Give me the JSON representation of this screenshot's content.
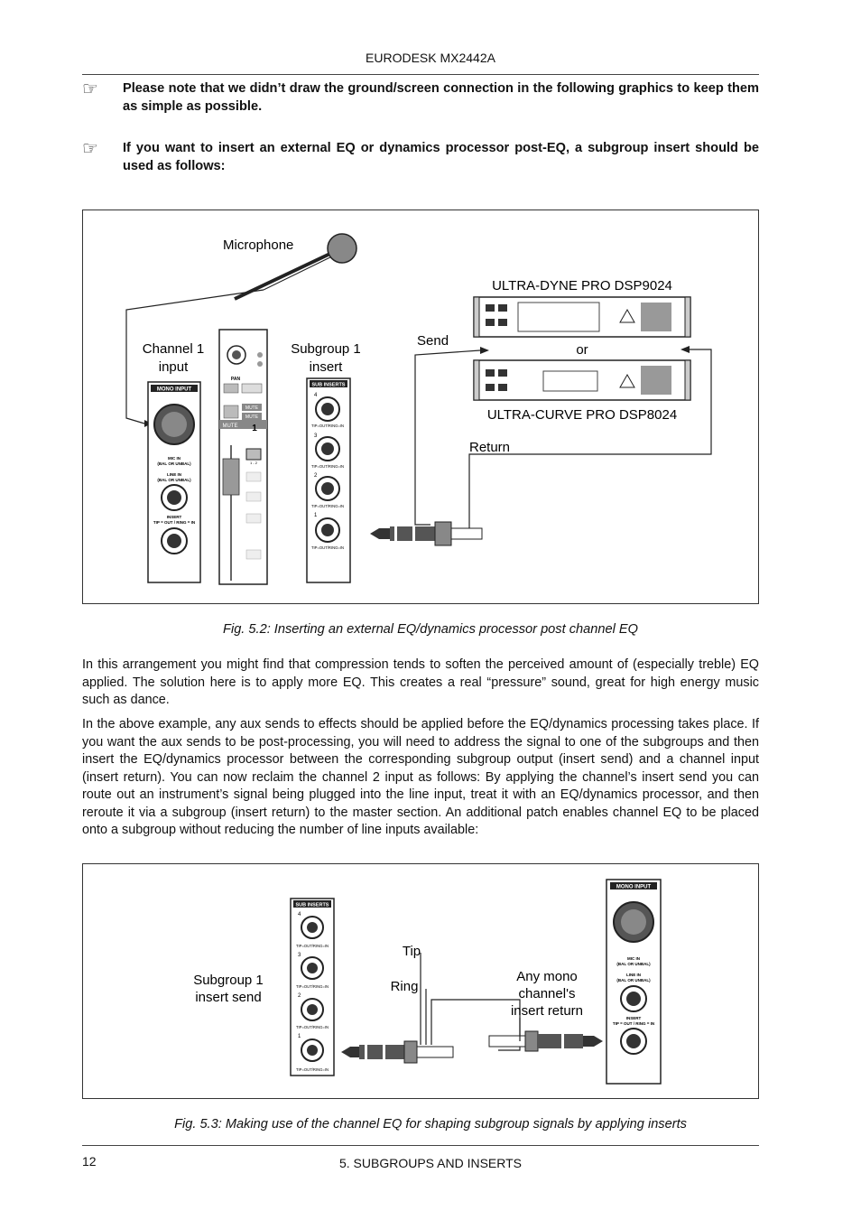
{
  "header": {
    "title": "EURODESK MX2442A"
  },
  "notes": [
    {
      "icon": "pointing-hand-icon",
      "text": "Please note that we didn’t draw the ground/screen connection in the following graphics to keep them as simple as possible."
    },
    {
      "icon": "pointing-hand-icon",
      "text": "If you want to insert an external EQ or dynamics processor post-EQ, a subgroup insert should be used as follows:"
    }
  ],
  "figure1": {
    "microphone": "Microphone",
    "channel_input": [
      "Channel 1",
      "input"
    ],
    "subgroup_insert": [
      "Subgroup 1",
      "insert"
    ],
    "send": "Send",
    "return": "Return",
    "or": "or",
    "device_top": "ULTRA-DYNE PRO DSP9024",
    "device_bottom": "ULTRA-CURVE PRO DSP8024",
    "mono_input": "MONO INPUT",
    "mic_in": [
      "MIC IN",
      "(BAL OR UNBAL)"
    ],
    "line_in": [
      "LINE IN",
      "(BAL OR UNBAL)"
    ],
    "insert": [
      "INSERT",
      "TIP = OUT / RING = IN"
    ],
    "sub_inserts": "SUB INSERTS",
    "sub_jack_label": "TIP=OUT/RING=IN",
    "sub_numbers": [
      "4",
      "3",
      "2",
      "1"
    ],
    "strip": {
      "pan": "PAN",
      "mute": "MUTE",
      "channel": "1",
      "routing": "1 - 2"
    },
    "caption": "Fig. 5.2: Inserting an external EQ/dynamics processor post channel EQ"
  },
  "paragraphs": [
    "In this arrangement you might find that compression tends to soften the perceived amount of (especially treble) EQ applied. The solution here is to apply more EQ. This creates a real “pressure” sound, great for high energy music such as dance.",
    "In the above example, any aux sends to effects should be applied before the EQ/dynamics processing takes place. If you want the aux sends to be post-processing, you will need to address the signal to one of the subgroups and then insert the EQ/dynamics processor between the corresponding subgroup output (insert send) and a channel input (insert return). You can now reclaim the channel 2 input as follows: By applying the channel’s insert send you can route out  an instrument’s signal being plugged into the line input, treat it with an EQ/dynamics processor, and then reroute it via a subgroup (insert return) to the master section. An additional patch enables channel EQ to be placed onto a subgroup without reducing the number of line inputs available:"
  ],
  "figure2": {
    "subgroup_send": [
      "Subgroup 1",
      "insert send"
    ],
    "tip": "Tip",
    "ring": "Ring",
    "any_mono": [
      "Any mono",
      "channel's",
      "insert return"
    ],
    "sub_inserts": "SUB INSERTS",
    "sub_jack_label": "TIP=OUT/RING=IN",
    "sub_numbers": [
      "4",
      "3",
      "2",
      "1"
    ],
    "mono_input": "MONO INPUT",
    "mic_in": [
      "MIC IN",
      "(BAL OR UNBAL)"
    ],
    "line_in": [
      "LINE IN",
      "(BAL OR UNBAL)"
    ],
    "insert": [
      "INSERT",
      "TIP = OUT / RING = IN"
    ],
    "caption": "Fig. 5.3: Making use of the channel EQ for shaping subgroup signals by applying inserts"
  },
  "footer": {
    "page": "12",
    "section": "5. SUBGROUPS AND INSERTS"
  }
}
